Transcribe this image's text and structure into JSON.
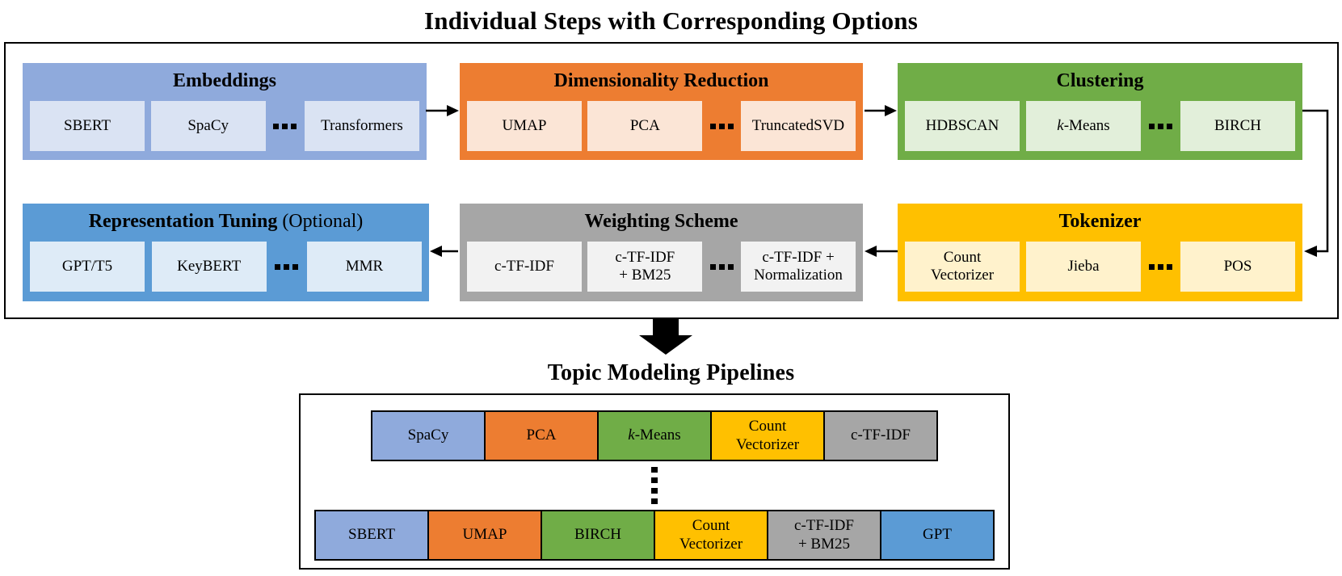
{
  "titles": {
    "steps_section": "Individual Steps with Corresponding Options",
    "pipelines_section": "Topic Modeling Pipelines"
  },
  "steps": [
    {
      "id": "embeddings",
      "title": "Embeddings",
      "title_suffix": "",
      "header_color": "#8FAADC",
      "option_color": "#DAE3F3",
      "options": [
        "SBERT",
        "SpaCy",
        "Transformers"
      ]
    },
    {
      "id": "dimensionality-reduction",
      "title": "Dimensionality Reduction",
      "title_suffix": "",
      "header_color": "#ED7D31",
      "option_color": "#FBE5D6",
      "options": [
        "UMAP",
        "PCA",
        "TruncatedSVD"
      ]
    },
    {
      "id": "clustering",
      "title": "Clustering",
      "title_suffix": "",
      "header_color": "#70AD47",
      "option_color": "#E2EFDA",
      "options": [
        "HDBSCAN",
        "k-Means",
        "BIRCH"
      ]
    },
    {
      "id": "representation-tuning",
      "title": "Representation Tuning",
      "title_suffix": " (Optional)",
      "header_color": "#5B9BD5",
      "option_color": "#DEEBF7",
      "options": [
        "GPT/T5",
        "KeyBERT",
        "MMR"
      ]
    },
    {
      "id": "weighting-scheme",
      "title": "Weighting Scheme",
      "title_suffix": "",
      "header_color": "#A6A6A6",
      "option_color": "#F2F2F2",
      "options": [
        "c-TF-IDF",
        "c-TF-IDF\n+ BM25",
        "c-TF-IDF +\nNormalization"
      ]
    },
    {
      "id": "tokenizer",
      "title": "Tokenizer",
      "title_suffix": "",
      "header_color": "#FFC000",
      "option_color": "#FFF2CC",
      "options": [
        "Count\nVectorizer",
        "Jieba",
        "POS"
      ]
    }
  ],
  "flow_order": [
    "Embeddings",
    "Dimensionality Reduction",
    "Clustering",
    "Tokenizer",
    "Weighting Scheme",
    "Representation Tuning (Optional)"
  ],
  "pipelines": [
    {
      "cells": [
        {
          "label": "SpaCy",
          "color": "#8FAADC"
        },
        {
          "label": "PCA",
          "color": "#ED7D31"
        },
        {
          "label": "k-Means",
          "color": "#70AD47"
        },
        {
          "label": "Count\nVectorizer",
          "color": "#FFC000"
        },
        {
          "label": "c-TF-IDF",
          "color": "#A6A6A6"
        }
      ]
    },
    {
      "cells": [
        {
          "label": "SBERT",
          "color": "#8FAADC"
        },
        {
          "label": "UMAP",
          "color": "#ED7D31"
        },
        {
          "label": "BIRCH",
          "color": "#70AD47"
        },
        {
          "label": "Count\nVectorizer",
          "color": "#FFC000"
        },
        {
          "label": "c-TF-IDF\n+ BM25",
          "color": "#A6A6A6"
        },
        {
          "label": "GPT",
          "color": "#5B9BD5"
        }
      ]
    }
  ],
  "icons": {
    "more_options": "horizontal-ellipsis-icon",
    "more_pipelines": "vertical-ellipsis-icon",
    "step_flow": "arrow-icon",
    "aggregate": "thick-down-arrow-icon"
  },
  "palette": {
    "periwinkle": "#8FAADC",
    "periwinkle_light": "#DAE3F3",
    "orange": "#ED7D31",
    "orange_light": "#FBE5D6",
    "green": "#70AD47",
    "green_light": "#E2EFDA",
    "blue": "#5B9BD5",
    "blue_light": "#DEEBF7",
    "gray": "#A6A6A6",
    "gray_light": "#F2F2F2",
    "gold": "#FFC000",
    "gold_light": "#FFF2CC",
    "line": "#000000",
    "background": "#FFFFFF"
  }
}
